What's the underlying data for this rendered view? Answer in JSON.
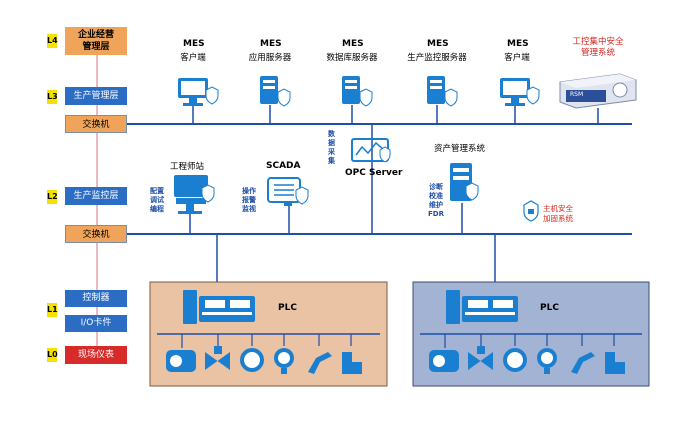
{
  "levels": [
    {
      "id": "L4",
      "label": "企业经营\n管理层"
    },
    {
      "id": "L3",
      "label": "生产管理层"
    },
    {
      "id": "L2",
      "label": "生产监控层"
    },
    {
      "id": "L1",
      "label": "控制器"
    },
    {
      "id": "L1b",
      "label": "I/O卡件"
    },
    {
      "id": "L0",
      "label": "现场仪表"
    }
  ],
  "level_tags": [
    "L4",
    "L3",
    "L2",
    "L1",
    "L0"
  ],
  "switch_label": "交换机",
  "top_nodes": [
    {
      "title": "MES",
      "sub": "客户端"
    },
    {
      "title": "MES",
      "sub": "应用服务器"
    },
    {
      "title": "MES",
      "sub": "数据库服务器"
    },
    {
      "title": "MES",
      "sub": "生产监控服务器"
    },
    {
      "title": "MES",
      "sub": "客户端"
    }
  ],
  "security_mgmt": "工控集中安全\n管理系统",
  "security_device_label": "RSM",
  "engineer_station": "工程师站",
  "engineer_note": "配置\n调试\n编程",
  "scada": "SCADA",
  "scada_note": "操作\n报警\n监视",
  "opc_server": "OPC Server",
  "data_collection": "数\n据\n采\n集",
  "asset_mgmt": "资产管理系统",
  "asset_note_lines": [
    "诊断",
    "校准",
    "维护",
    "FDR"
  ],
  "host_security": "主机安全\n加固系统",
  "plc_label": "PLC",
  "colors": {
    "accent": "#1f4ea8",
    "icon_blue": "#1a7fd1",
    "level_blue": "#2b6cc4",
    "orange_box": "#f0a45a",
    "red_box": "#d92a2a",
    "yellow_tag": "#f5e100",
    "plc_left_bg": "#e9c3a3",
    "plc_right_bg": "#a3b3d3",
    "security_red": "#d9251d"
  }
}
